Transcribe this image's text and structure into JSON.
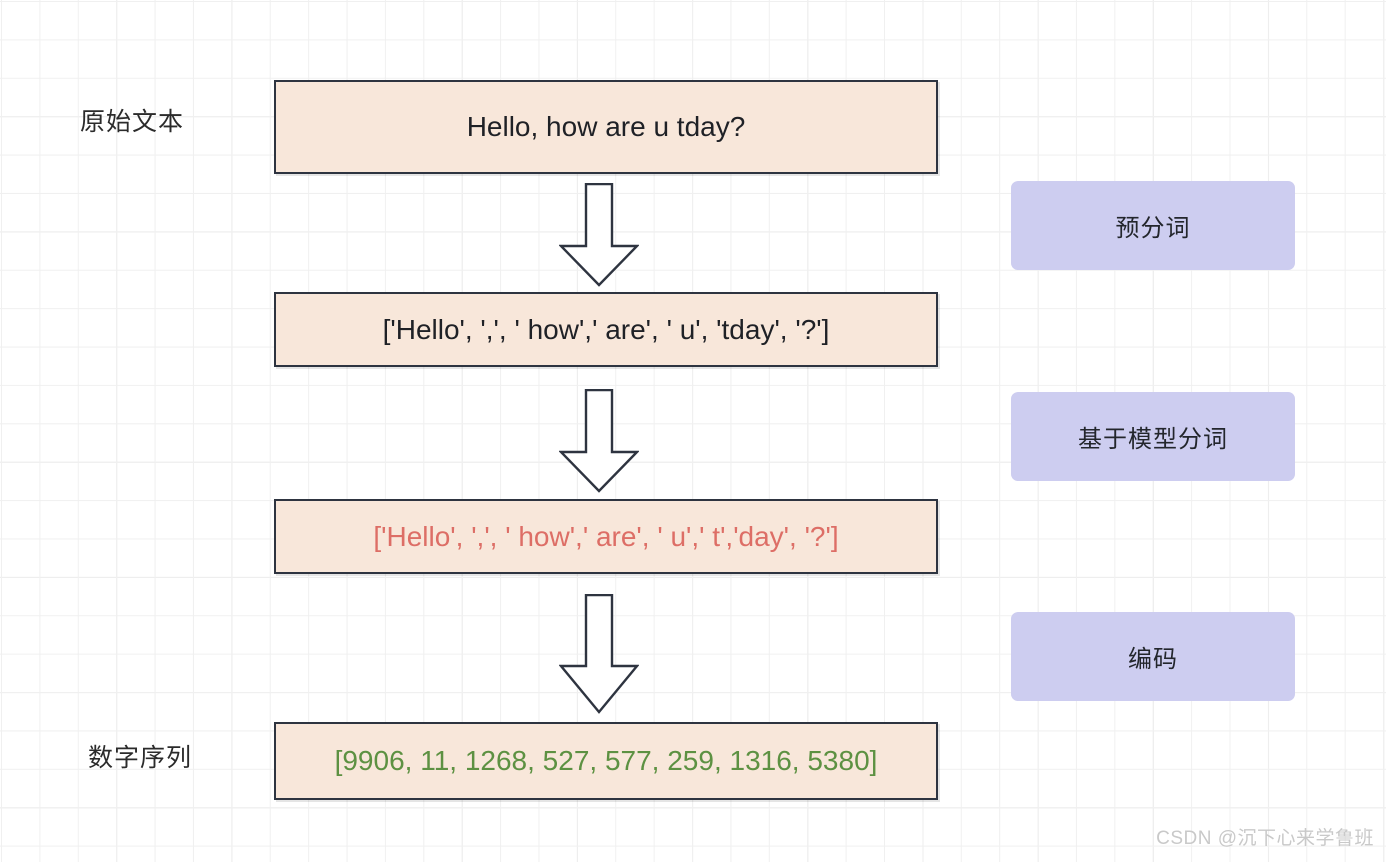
{
  "diagram": {
    "title": "Tokenizer pipeline",
    "colors": {
      "box_fill": "#f8e7da",
      "box_border": "#2e3440",
      "note_fill": "#cdcdf0",
      "text_default": "#1f2126",
      "text_red": "#dd6e66",
      "text_green": "#5d9142",
      "grid_line": "#f0f0f0",
      "grid_major_line": "#e4e4e4",
      "watermark": "#c9c9c9"
    },
    "stage_labels": [
      {
        "id": "raw-text",
        "text": "原始文本"
      },
      {
        "id": "id-sequence",
        "text": "数字序列"
      }
    ],
    "flow_boxes": [
      {
        "id": "raw",
        "text": "Hello, how are u tday?",
        "color": "default"
      },
      {
        "id": "pretok",
        "text": "['Hello', ',', ' how',' are', ' u', 'tday', '?']",
        "color": "default"
      },
      {
        "id": "modeltok",
        "text": "['Hello', ',', ' how',' are', ' u',' t','day', '?']",
        "color": "red"
      },
      {
        "id": "ids",
        "text": "[9906, 11, 1268, 527, 577, 259, 1316, 5380]",
        "color": "green"
      }
    ],
    "notes": [
      {
        "id": "pre-tokenize",
        "text": "预分词"
      },
      {
        "id": "model-tokenize",
        "text": "基于模型分词"
      },
      {
        "id": "encode",
        "text": "编码"
      }
    ],
    "arrows": [
      {
        "id": "arrow-1",
        "direction": "down"
      },
      {
        "id": "arrow-2",
        "direction": "down"
      },
      {
        "id": "arrow-3",
        "direction": "down"
      }
    ],
    "watermark": "CSDN @沉下心来学鲁班"
  }
}
